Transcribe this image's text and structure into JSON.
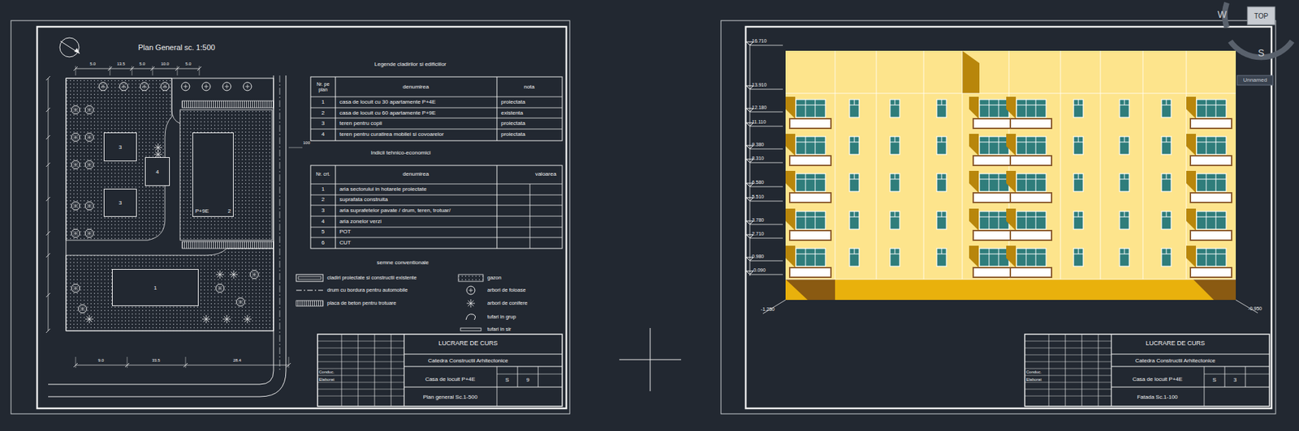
{
  "diagram": {
    "nodes": [
      {
        "text": [
          "3"
        ]
      },
      {
        "text": [
          "4"
        ]
      },
      {
        "text": [
          "3"
        ]
      },
      {
        "text": [
          "P+9E",
          "2"
        ]
      },
      {
        "text": [
          "1"
        ]
      }
    ],
    "labels": [
      "Plan General sc. 1:500",
      "Legende cladirilor si edificiilor",
      "Nr. pe plan",
      "denumirea",
      "nota",
      "1",
      "casa de locuit cu 30 apartamente P+4E",
      "proiectata",
      "2",
      "casa de locuit cu 60 apartamente P+9E",
      "existenta",
      "3",
      "teren pentru copii",
      "proiectata",
      "4",
      "teren pentru curatirea mobilei si covoarelor",
      "proiectata",
      "Indicii tehnico-economici",
      "Nr. crt.",
      "denumirea",
      "valoarea",
      "1",
      "aria sectorului in hotarele proiectate",
      "2",
      "suprafata construita",
      "3",
      "aria suprafetelor pavate / drum, teren, trotuar/",
      "4",
      "aria zonelor verzi",
      "5",
      "POT",
      "6",
      "CUT",
      "semne conventionale",
      "Conduc.",
      "Elaborat",
      "LUCRARE DE CURS",
      "Catedra Constructii Arhitectonice",
      "Casa de locuit P+4E",
      "S",
      "9",
      "Plan general Sc.1-500",
      "5.0",
      "13.5",
      "5.0",
      "10.0",
      "5.0",
      "9.0",
      "33.5",
      "28.4",
      "100",
      "Conduc.",
      "Elaborat",
      "LUCRARE DE CURS",
      "Catedra Constructii Arhitectonice",
      "Casa de locuit P+4E",
      "S",
      "3",
      "Fatada Sc.1-100",
      "16.710",
      "13.910",
      "12.180",
      "11.110",
      "9.380",
      "8.310",
      "6.580",
      "5.510",
      "3.780",
      "2.710",
      "0.980",
      "-0.090",
      "-1.250",
      "-0.950",
      "W",
      "TOP",
      "S",
      "Unnamed"
    ],
    "legend": [
      {
        "text": "cladiri proiectate si constructii existente"
      },
      {
        "text": "drum cu bordura pentru automobile"
      },
      {
        "text": "placa de beton pentru trotuare"
      },
      {
        "text": "gazon"
      },
      {
        "text": "arbori de foioase"
      },
      {
        "text": "arbori de conifere"
      },
      {
        "text": "tufari in grup"
      },
      {
        "text": "tufari in sir"
      }
    ]
  }
}
